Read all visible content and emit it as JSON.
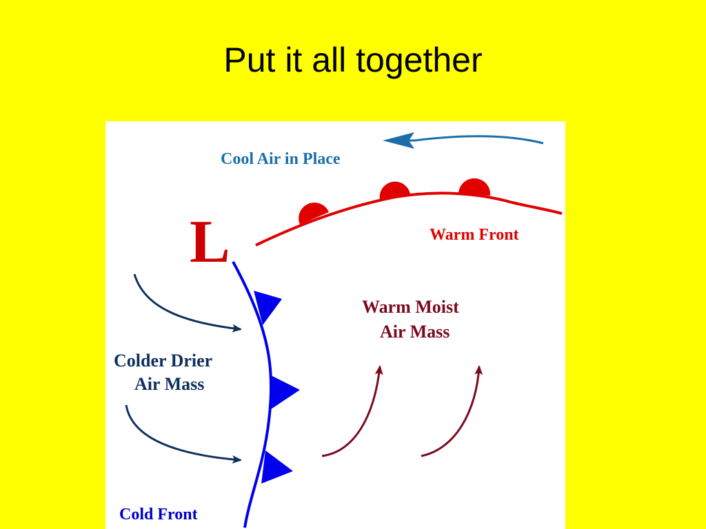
{
  "slide": {
    "title": "Put it all together"
  },
  "diagram": {
    "low_symbol": "L",
    "labels": {
      "cool_air": "Cool Air in Place",
      "warm_front": "Warm Front",
      "warm_moist_line1": "Warm Moist",
      "warm_moist_line2": "Air Mass",
      "colder_drier_line1": "Colder Drier",
      "colder_drier_line2": "Air Mass",
      "cold_front": "Cold Front"
    },
    "colors": {
      "background": "#ffff00",
      "panel": "#ffffff",
      "cool_air": "#1a6fa8",
      "warm_front": "#e00000",
      "low_symbol": "#cc0000",
      "warm_air": "#7a0a1e",
      "cold_air": "#0d2f5e",
      "cold_front": "#0000ee"
    }
  }
}
